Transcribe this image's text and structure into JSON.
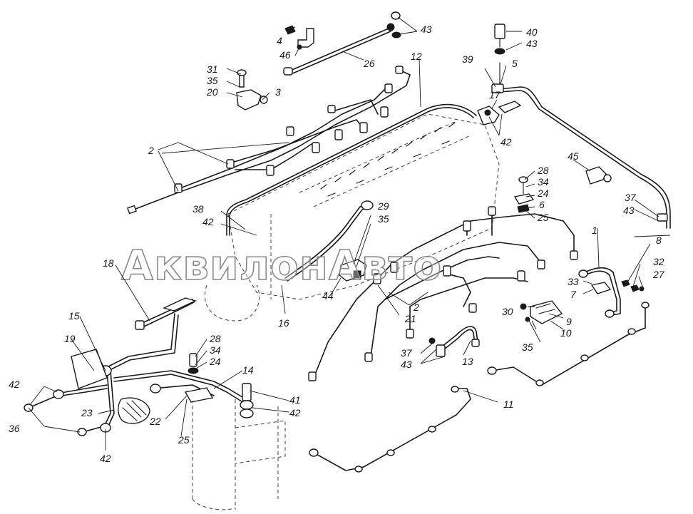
{
  "watermark": "АквилонАвто",
  "callouts": {
    "c1": "1",
    "c2a": "2",
    "c2b": "2",
    "c3": "3",
    "c4": "4",
    "c5": "5",
    "c6": "6",
    "c7": "7",
    "c8": "8",
    "c9": "9",
    "c10": "10",
    "c11": "11",
    "c12": "12",
    "c13": "13",
    "c14": "14",
    "c15": "15",
    "c16": "16",
    "c17": "17",
    "c18": "18",
    "c19": "19",
    "c20": "20",
    "c21": "21",
    "c22": "22",
    "c23": "23",
    "c24a": "24",
    "c24b": "24",
    "c25a": "25",
    "c25b": "25",
    "c26": "26",
    "c27": "27",
    "c28a": "28",
    "c28b": "28",
    "c29": "29",
    "c30": "30",
    "c31": "31",
    "c32": "32",
    "c33": "33",
    "c34a": "34",
    "c34b": "34",
    "c35a": "35",
    "c35b": "35",
    "c35c": "35",
    "c36": "36",
    "c37a": "37",
    "c37b": "37",
    "c38": "38",
    "c39": "39",
    "c40": "40",
    "c41": "41",
    "c42a": "42",
    "c42b": "42",
    "c42c": "42",
    "c42d": "42",
    "c42e": "42",
    "c43a": "43",
    "c43b": "43",
    "c43c": "43",
    "c43d": "43",
    "c44": "44",
    "c45": "45",
    "c46": "46"
  }
}
